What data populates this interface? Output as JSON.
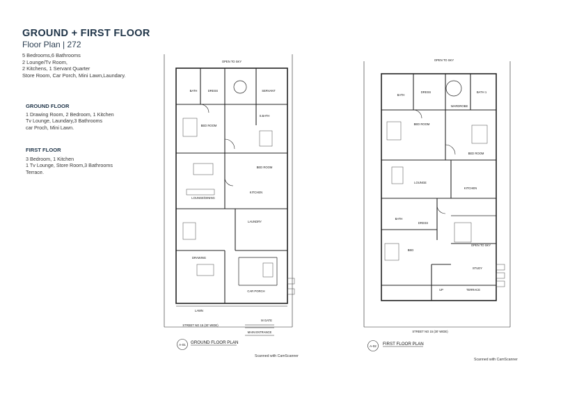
{
  "header": {
    "title": "GROUND + FIRST FLOOR",
    "subtitle": "Floor Plan | 272"
  },
  "summary": [
    "5 Bedrooms,6 Bathrooms",
    "2 Lounge/Tv Room,",
    "2 Kitchens, 1 Servant Quarter",
    "Store Room, Car Porch, Mini Lawn,Laundary."
  ],
  "ground_floor": {
    "heading": "GROUND FLOOR",
    "lines": [
      "1 Drawing Room, 2 Bedroom, 1 Kitchen",
      "Tv Lounge, Laundary,3 Bathrooms",
      "car Proch, Mini Lawn."
    ]
  },
  "first_floor": {
    "heading": "FIRST FLOOR",
    "lines": [
      "3 Bedroom, 1 Kitchen",
      "1 Tv Lounge, Store Room,3 Bathrooms",
      "Terrace."
    ]
  },
  "ground_plan": {
    "badge": "A-01",
    "caption": "GROUND FLOOR PLAN",
    "scan_note": "Scanned with CamScanner",
    "top_label": "OPEN TO SKY",
    "street": "STREET NO 15 (30' WIDE)",
    "rooms": {
      "bath": "BATH",
      "dress": "DRESS",
      "servant": "SERVANT",
      "s_bath": "S.BATH",
      "bed_room": "BED ROOM",
      "bed_room_2": "BED ROOM",
      "lounge": "LOUNGE/DINING",
      "kitchen": "KITCHEN",
      "laundry": "LAUNDRY",
      "drawing": "DRAWING",
      "car_porch": "CAR PORCH",
      "lawn": "LAWN",
      "main_gate": "M GATE",
      "entrance": "MAIN ENTRANCE"
    }
  },
  "first_plan": {
    "badge": "A-02",
    "caption": "FIRST FLOOR PLAN",
    "scan_note": "Scanned with CamScanner",
    "top_label": "OPEN TO SKY",
    "street": "STREET NO 15 (30' WIDE)",
    "rooms": {
      "bath": "BATH",
      "dress": "DRESS",
      "bath_1": "BATH 1",
      "wardrobe": "WARDROBE",
      "bed_room": "BED ROOM",
      "bed_room_2": "BED ROOM",
      "lounge": "LOUNGE",
      "kitchen": "KITCHEN",
      "bath_2": "BATH",
      "dress_2": "DRESS",
      "bed": "BED",
      "study": "STUDY",
      "terrace": "TERRACE",
      "open_to_sky": "OPEN TO SKY",
      "up": "UP"
    }
  }
}
